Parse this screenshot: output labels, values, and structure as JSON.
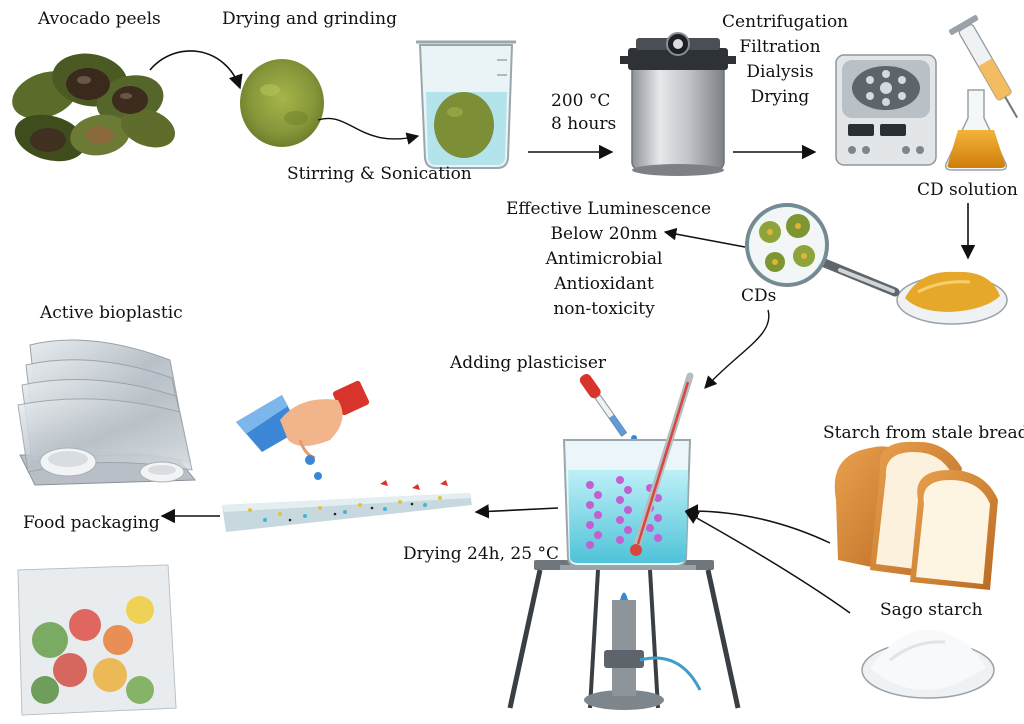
{
  "labels": {
    "avocado_peels": "Avocado peels",
    "drying_grinding": "Drying and grinding",
    "stirring_sonication": "Stirring & Sonication",
    "temperature": "200 °C",
    "duration": "8 hours",
    "cd_solution": "CD solution",
    "cds": "CDs",
    "adding_plasticiser": "Adding plasticiser",
    "starch_bread": "Starch from stale bread",
    "sago_starch": "Sago starch",
    "drying_conditions": "Drying 24h, 25 °C",
    "active_bioplastic": "Active bioplastic",
    "food_packaging": "Food packaging"
  },
  "purification_steps": [
    "Centrifugation",
    "Filtration",
    "Dialysis",
    "Drying"
  ],
  "cd_properties": [
    "Effective Luminescence",
    "Below 20nm",
    "Antimicrobial",
    "Antioxidant",
    "non-toxicity"
  ],
  "colors": {
    "arrow": "#111111",
    "powder_green": "#8a9a3a",
    "liquid_blue": "#7fd6e6",
    "cd_orange": "#e39a1e",
    "starch_beads": "#c35fd0"
  }
}
